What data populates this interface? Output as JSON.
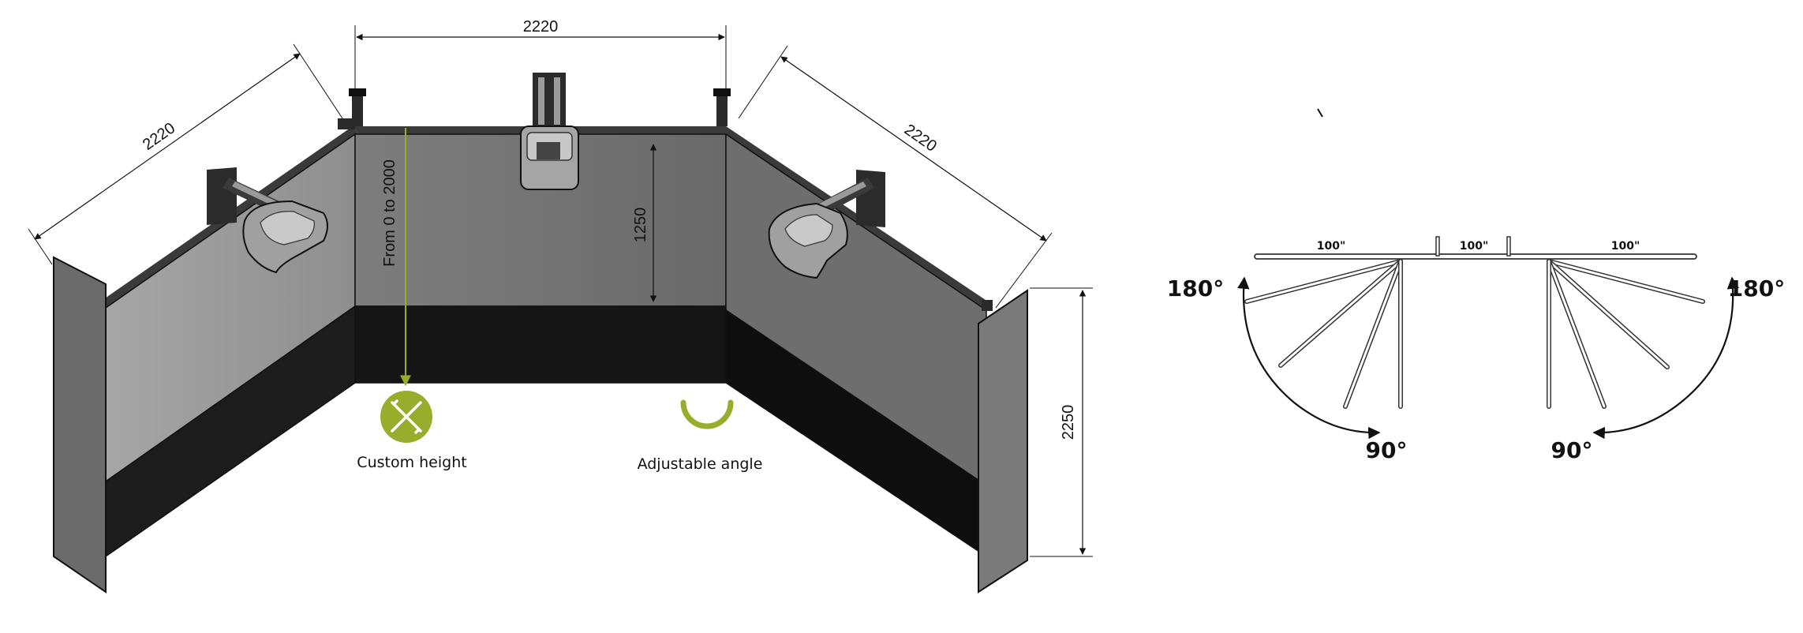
{
  "left_drawing": {
    "dimensions": {
      "top_width": "2220",
      "left_width": "2220",
      "right_width": "2220",
      "panel_height": "1250",
      "adjustable_height_range": "From 0 to 2000",
      "total_height": "2250"
    },
    "features": {
      "custom_height": {
        "label": "Custom height",
        "icon": "ruler-pencil-icon"
      },
      "adjustable_angle": {
        "label": "Adjustable angle",
        "icon": "arc-angle-icon"
      }
    },
    "colors": {
      "accent": "#97ad2b"
    }
  },
  "right_drawing": {
    "segment_labels": [
      "100\"",
      "100\"",
      "100\""
    ],
    "angle_labels": {
      "left_max": "180°",
      "left_min": "90°",
      "right_max": "180°",
      "right_min": "90°"
    }
  }
}
